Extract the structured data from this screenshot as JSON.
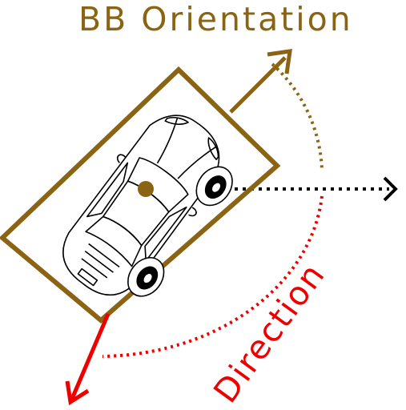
{
  "labels": {
    "orientation": "BB Orientation",
    "direction": "Direction"
  },
  "colors": {
    "orientation": "#8a6412",
    "direction": "#ee0000",
    "reference": "#000000",
    "background": "#ffffff"
  },
  "elements": {
    "bounding_box": "oriented-bounding-box",
    "car": "car-top-view-icon",
    "center": "center-point"
  }
}
